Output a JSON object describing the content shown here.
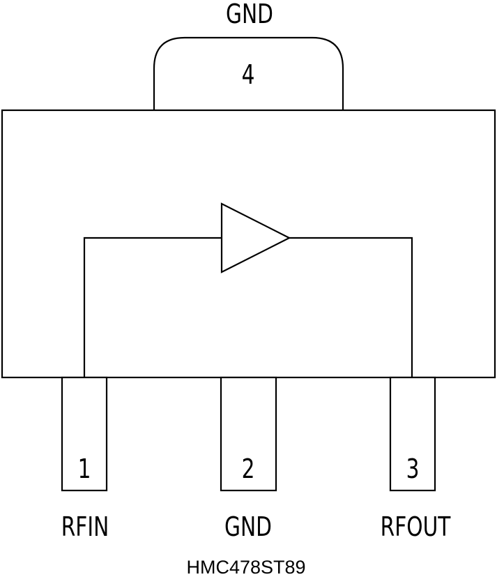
{
  "pins": [
    {
      "number": "1",
      "name": "RFIN"
    },
    {
      "number": "2",
      "name": "GND"
    },
    {
      "number": "3",
      "name": "RFOUT"
    },
    {
      "number": "4",
      "name": "GND"
    }
  ],
  "part_number": "HMC478ST89"
}
